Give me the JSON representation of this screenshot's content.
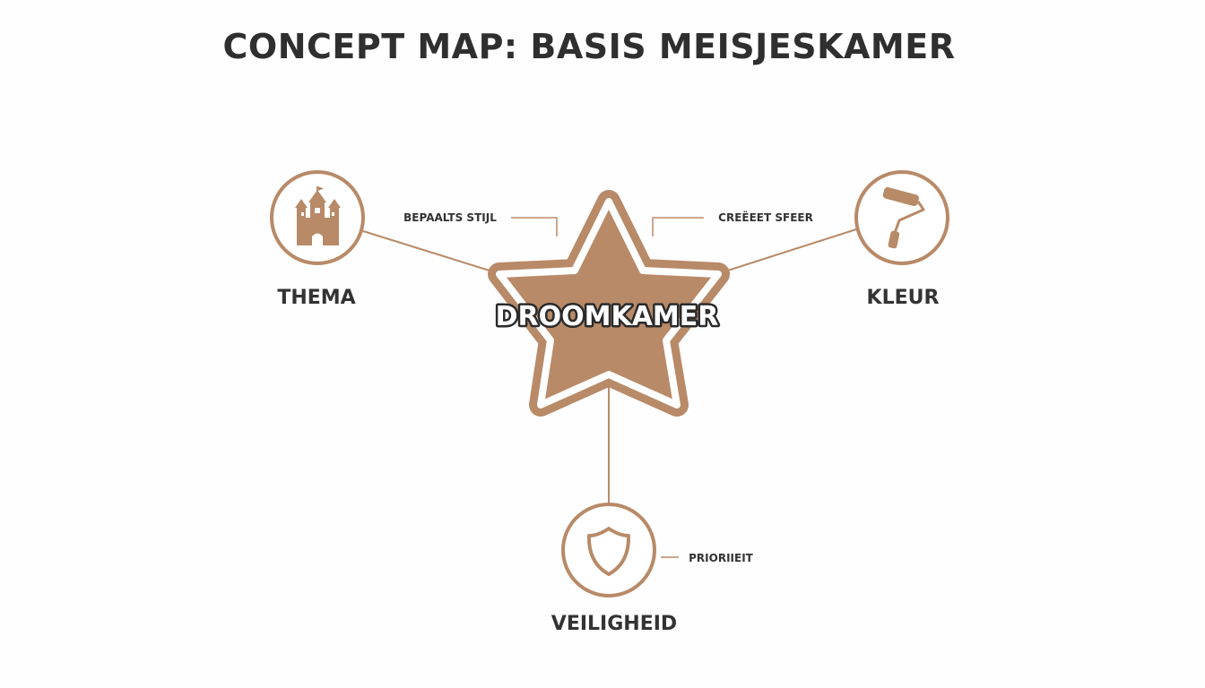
{
  "title": "CONCEPT MAP: BASIS MEISJESKAMER",
  "colors": {
    "accent": "#b88a68",
    "text": "#333333",
    "center_outline": "#ffffff"
  },
  "center": {
    "label": "DROOMKAMER",
    "icon": "star-icon"
  },
  "nodes": {
    "thema": {
      "label": "THEMA",
      "icon": "castle-icon"
    },
    "kleur": {
      "label": "KLEUR",
      "icon": "paint-roller-icon"
    },
    "veiligheid": {
      "label": "VEILIGHEID",
      "icon": "shield-icon"
    }
  },
  "edges": {
    "thema": {
      "label": "BEPAALTS STIJL"
    },
    "kleur": {
      "label": "CREËEET SFEER"
    },
    "veiligheid": {
      "label": "PRIORIIEIT"
    }
  }
}
